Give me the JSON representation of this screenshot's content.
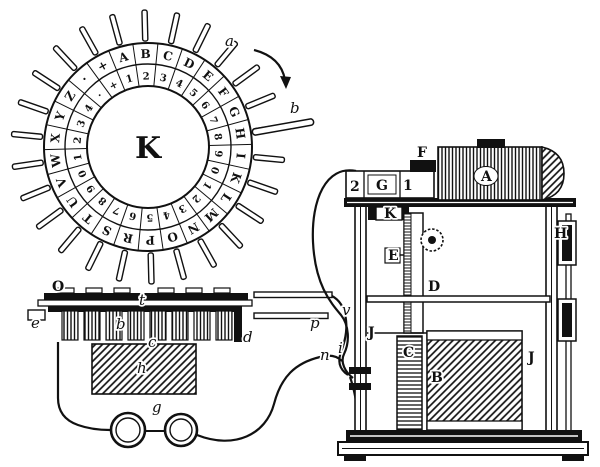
{
  "figure": {
    "background": "#ffffff",
    "ink": "#111111",
    "description": "Engraving of a dial telegraph apparatus: letter dial wheel, electromagnet receiver with rings, and main clockwork transmitter frame"
  },
  "dial": {
    "center_label": "K",
    "outer_ring": [
      "·",
      "+",
      "A",
      "B",
      "C",
      "D",
      "E",
      "F",
      "G",
      "H",
      "I",
      "K",
      "L",
      "M",
      "N",
      "O",
      "P",
      "R",
      "S",
      "T",
      "U",
      "V",
      "W",
      "X",
      "Y",
      "Z"
    ],
    "inner_ring": [
      "·",
      "+",
      "1",
      "2",
      "3",
      "4",
      "5",
      "6",
      "7",
      "8",
      "9",
      "0",
      "1",
      "2",
      "3",
      "4",
      "5",
      "6",
      "7",
      "8",
      "9",
      "0",
      "1",
      "2",
      "3",
      "4"
    ]
  },
  "labels": {
    "dial_a": "a",
    "dial_b": "b",
    "recv_O": "O",
    "recv_t": "t",
    "recv_e": "e",
    "recv_b": "b",
    "recv_c": "c",
    "recv_d": "d",
    "recv_h": "h",
    "recv_g": "g",
    "recv_p": "p",
    "wire_v": "v",
    "wire_i": "i",
    "wire_n": "n",
    "mach_2": "2",
    "mach_G": "G",
    "mach_1": "1",
    "mach_F": "F",
    "mach_A": "A",
    "mach_K": "K",
    "mach_E": "E",
    "mach_D": "D",
    "mach_H": "H",
    "mach_J_left": "J",
    "mach_C": "C",
    "mach_B": "B",
    "mach_J_right": "J"
  }
}
